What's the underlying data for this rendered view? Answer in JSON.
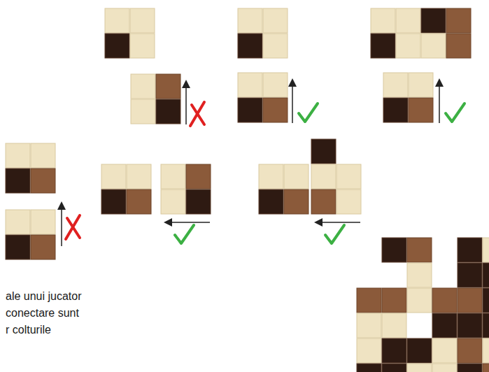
{
  "diagram": {
    "labels": [
      "ale unui jucator",
      "conectare sunt",
      "r colturile"
    ]
  }
}
